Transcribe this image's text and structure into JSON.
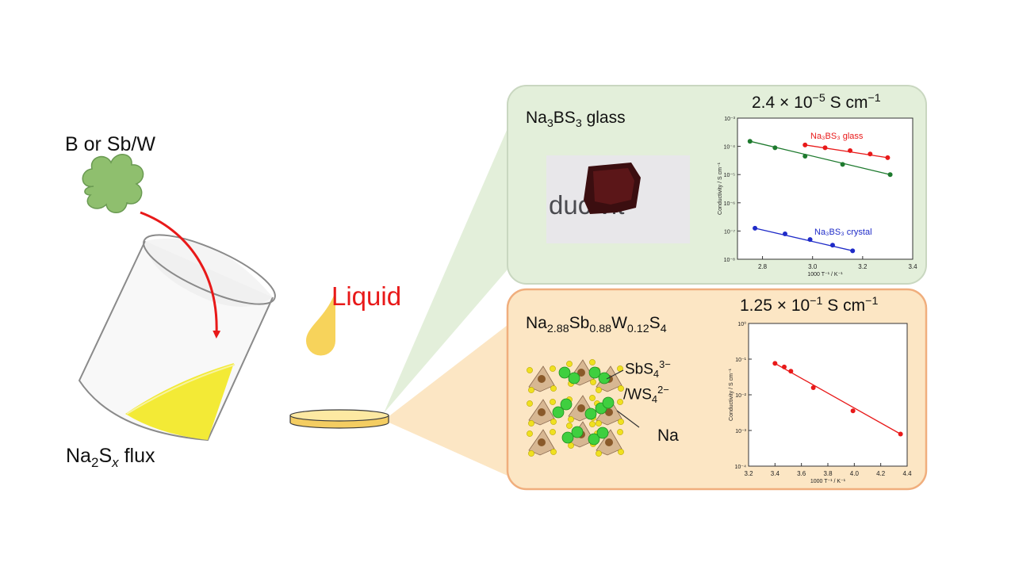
{
  "left": {
    "precursor": "B or Sb/W",
    "flux": {
      "base": "Na",
      "s1": "2",
      "mid": "S",
      "s2": "x",
      "tail": " flux"
    },
    "liquid": "Liquid"
  },
  "colors": {
    "green_panel": "#e3efda",
    "orange_panel": "#fce6c4",
    "red": "#e81919",
    "blue": "#1f2bc8",
    "green": "#1e7a2e",
    "yellow_liquid": "#f5e04a"
  },
  "top": {
    "label": {
      "a": "Na",
      "a_sub": "3",
      "b": "BS",
      "b_sub": "3",
      "tail": " glass"
    },
    "value": {
      "mant": "2.4",
      "times": "×",
      "base": "10",
      "exp": "−5",
      "unit": " S cm",
      "unit_exp": "−1"
    },
    "sample_photo_text": "duc    vit"
  },
  "bottom": {
    "label": {
      "a": "Na",
      "a_sub": "2.88",
      "b": "Sb",
      "b_sub": "0.88",
      "c": "W",
      "c_sub": "0.12",
      "d": "S",
      "d_sub": "4"
    },
    "value": {
      "mant": "1.25",
      "times": "×",
      "base": "10",
      "exp": "−1",
      "unit": " S cm",
      "unit_exp": "−1"
    },
    "struct_label1": {
      "t": "SbS",
      "sub": "4",
      "sup": "3−"
    },
    "struct_label2": {
      "t": "/WS",
      "sub": "4",
      "sup": "2−"
    },
    "struct_label3": "Na"
  },
  "chart_data": [
    {
      "type": "scatter",
      "xlabel": "1000 T⁻¹ / K⁻¹",
      "ylabel": "Conductivity / S cm⁻¹",
      "xlim": [
        2.7,
        3.4
      ],
      "xticks": [
        "2.8",
        "3.0",
        "3.2",
        "3.4"
      ],
      "ylog": true,
      "ylim_exp": [
        -8,
        -3
      ],
      "yticks": [
        "10⁻⁸",
        "10⁻⁷",
        "10⁻⁶",
        "10⁻⁵",
        "10⁻⁴",
        "10⁻³"
      ],
      "series": [
        {
          "name": "Na₃BS₃ glass",
          "color": "#e81919",
          "x": [
            2.97,
            3.05,
            3.15,
            3.23,
            3.3
          ],
          "y_exp": [
            -3.95,
            -4.05,
            -4.15,
            -4.27,
            -4.4
          ]
        },
        {
          "name": "",
          "color": "#1e7a2e",
          "x": [
            2.75,
            2.85,
            2.97,
            3.12,
            3.31
          ],
          "y_exp": [
            -3.82,
            -4.05,
            -4.35,
            -4.64,
            -5.0
          ]
        },
        {
          "name": "Na₃BS₃ crystal",
          "color": "#1f2bc8",
          "x": [
            2.77,
            2.89,
            2.99,
            3.08,
            3.16
          ],
          "y_exp": [
            -6.9,
            -7.1,
            -7.3,
            -7.5,
            -7.7
          ]
        }
      ]
    },
    {
      "type": "scatter",
      "xlabel": "1000 T⁻¹ / K⁻¹",
      "ylabel": "Conductivity / S cm⁻¹",
      "xlim": [
        3.2,
        4.4
      ],
      "xticks": [
        "3.2",
        "3.4",
        "3.6",
        "3.8",
        "4.0",
        "4.2",
        "4.4"
      ],
      "ylog": true,
      "ylim_exp": [
        -4,
        0
      ],
      "yticks": [
        "10⁻⁴",
        "10⁻³",
        "10⁻²",
        "10⁻¹",
        "10⁰"
      ],
      "series": [
        {
          "name": "",
          "color": "#e81919",
          "x": [
            3.4,
            3.47,
            3.52,
            3.69,
            3.99,
            4.35
          ],
          "y_exp": [
            -1.12,
            -1.22,
            -1.34,
            -1.8,
            -2.45,
            -3.1
          ]
        }
      ]
    }
  ]
}
